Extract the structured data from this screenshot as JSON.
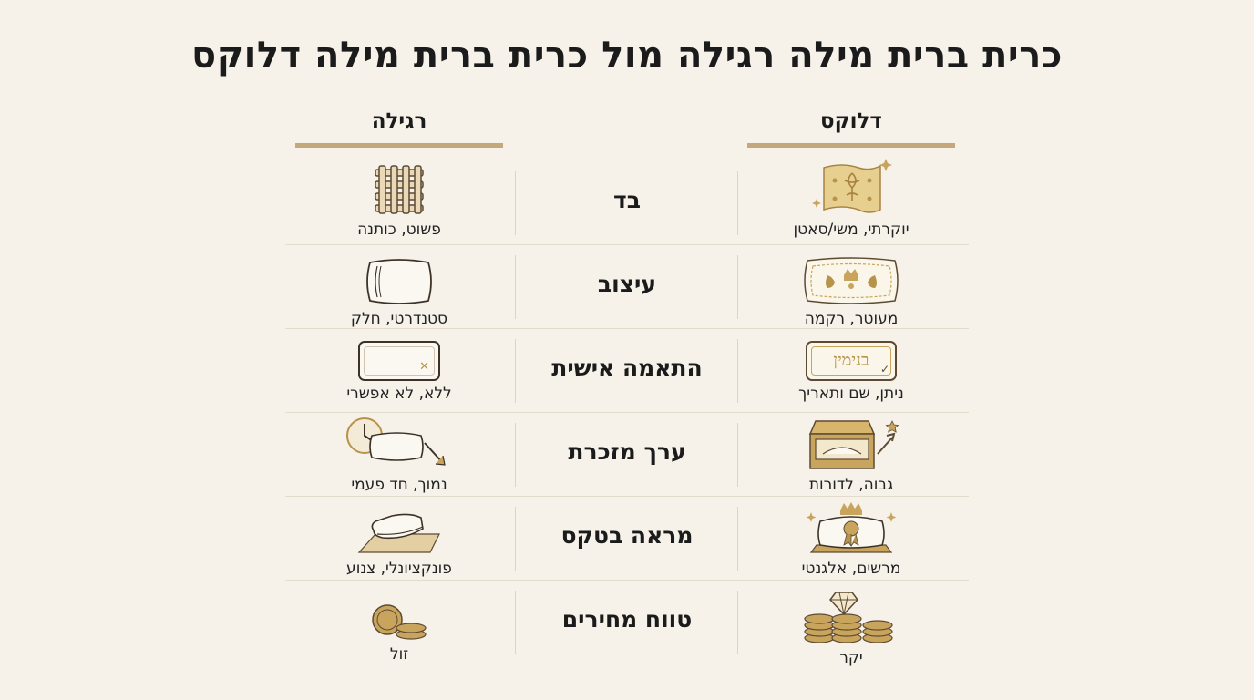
{
  "title": "כרית ברית מילה רגילה מול כרית ברית מילה דלוקס",
  "columns": {
    "deluxe": "דלוקס",
    "regular": "רגילה"
  },
  "rows": [
    {
      "category": "בד",
      "deluxe": "יוקרתי, משי/סאטן",
      "regular": "פשוט, כותנה"
    },
    {
      "category": "עיצוב",
      "deluxe": "מעוטר, רקמה",
      "regular": "סטנדרטי, חלק"
    },
    {
      "category": "התאמה אישית",
      "deluxe": "ניתן, שם ותאריך",
      "regular": "ללא, לא אפשרי",
      "deluxe_sample_name": "בנימין"
    },
    {
      "category": "ערך מזכרת",
      "deluxe": "גבוה, לדורות",
      "regular": "נמוך, חד פעמי"
    },
    {
      "category": "מראה בטקס",
      "deluxe": "מרשים, אלגנטי",
      "regular": "פונקציונלי, צנוע"
    },
    {
      "category": "טווח מחירים",
      "deluxe": "יקר",
      "regular": "זול"
    }
  ],
  "colors": {
    "gold": "#c4a77b",
    "dark": "#1b1b1b",
    "icon_gold": "#c9a45c"
  }
}
